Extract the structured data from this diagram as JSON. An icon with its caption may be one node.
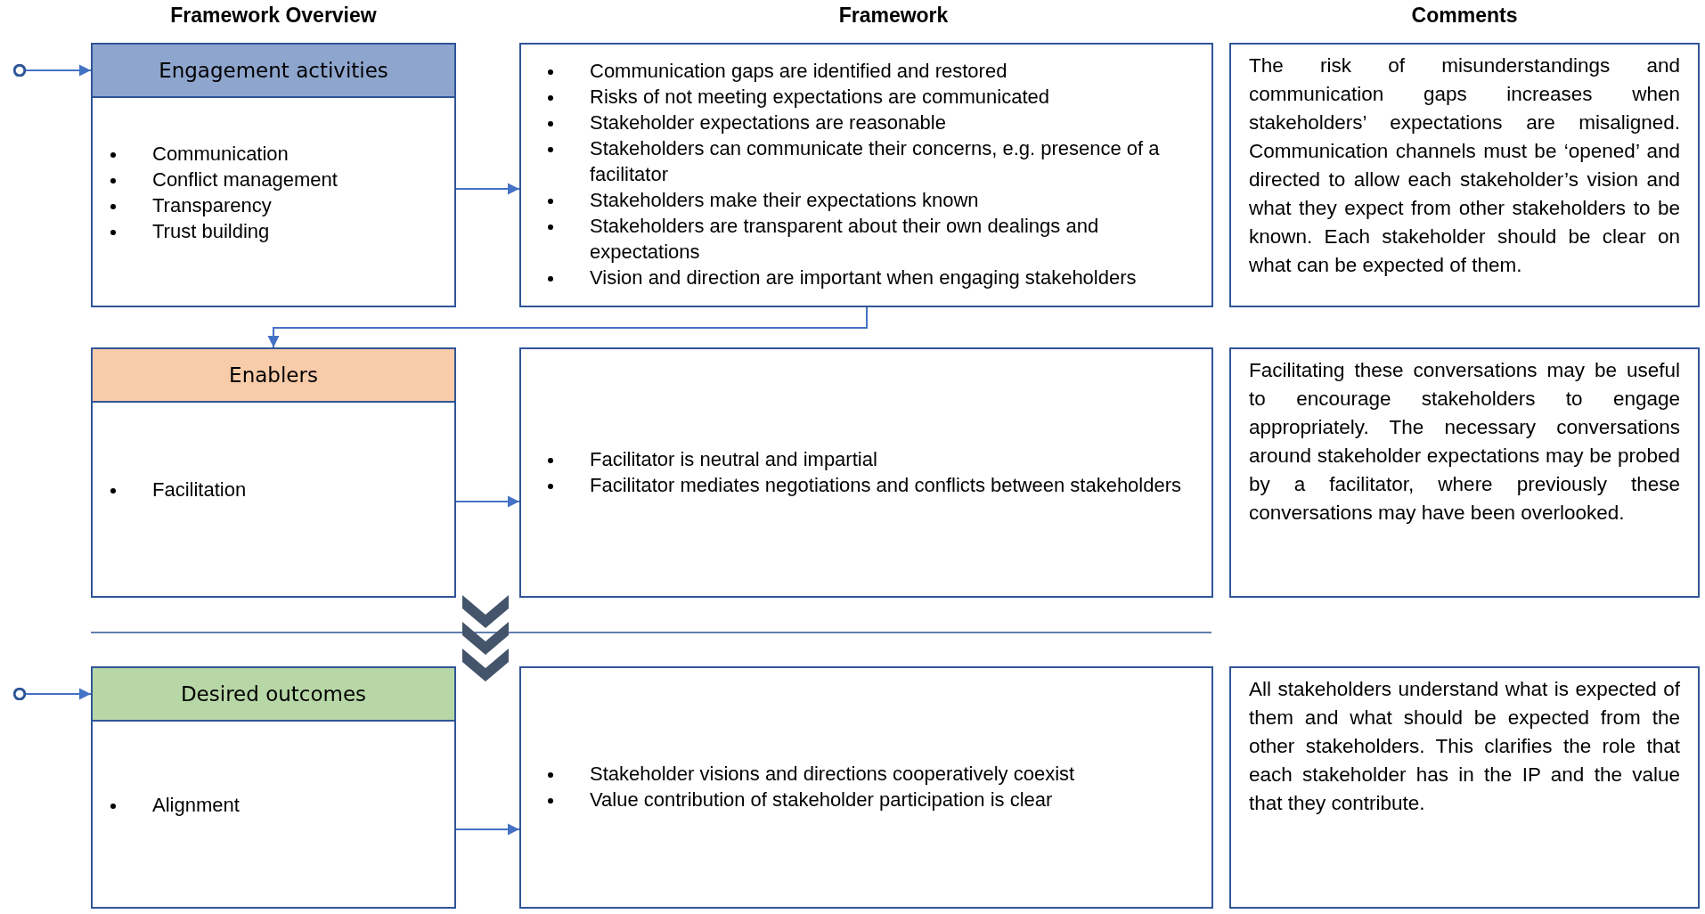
{
  "diagram": {
    "nodes": [
      {
        "text": [
          "Engagement activities",
          "Communication",
          "Conflict management",
          "Transparency",
          "Trust building"
        ]
      },
      {
        "text": [
          "Communication gaps are identified and restored",
          "Risks of not meeting expectations are communicated",
          "Stakeholder expectations are reasonable",
          "Stakeholders can communicate their concerns, e.g. presence of a facilitator",
          "Stakeholders make their expectations known",
          "Stakeholders are transparent about their own dealings and expectations",
          "Vision and direction are important when engaging stakeholders"
        ]
      },
      {
        "text": [
          "The risk of misunderstandings and communication gaps increases when stakeholders’ expectations are misaligned. Communication channels must be ‘opened’ and directed to allow each stakeholder’s vision and what they expect from other stakeholders to be known. Each stakeholder should be clear on what can be expected of them."
        ]
      },
      {
        "text": [
          "Enablers",
          "Facilitation"
        ]
      },
      {
        "text": [
          "Facilitator is neutral and impartial",
          "Facilitator mediates negotiations and conflicts between stakeholders"
        ]
      },
      {
        "text": [
          "Facilitating these conversations may be useful to encourage stakeholders to engage appropriately. The necessary conversations around stakeholder expectations may be probed by a facilitator, where previously these conversations may have been overlooked."
        ]
      },
      {
        "text": [
          "Desired outcomes",
          "Alignment"
        ]
      },
      {
        "text": [
          "Stakeholder visions and directions cooperatively coexist",
          "Value contribution of stakeholder participation is clear"
        ]
      },
      {
        "text": [
          "All stakeholders understand what is expected of them and what should be expected from the other stakeholders. This clarifies the role that each stakeholder has in the IP and the value that they contribute."
        ]
      }
    ],
    "edges": [
      {
        "from": null,
        "to": 0,
        "arrow": "to"
      },
      {
        "from": 0,
        "to": 1,
        "arrow": "to"
      },
      {
        "from": 1,
        "to": 3,
        "arrow": "to"
      },
      {
        "from": 3,
        "to": 4,
        "arrow": "to"
      },
      {
        "from": 3,
        "to": 6,
        "arrow": "to"
      },
      {
        "from": null,
        "to": 6,
        "arrow": "to"
      },
      {
        "from": 6,
        "to": 7,
        "arrow": "to"
      }
    ],
    "labels": [
      "Framework Overview",
      "Framework",
      "Comments"
    ]
  }
}
